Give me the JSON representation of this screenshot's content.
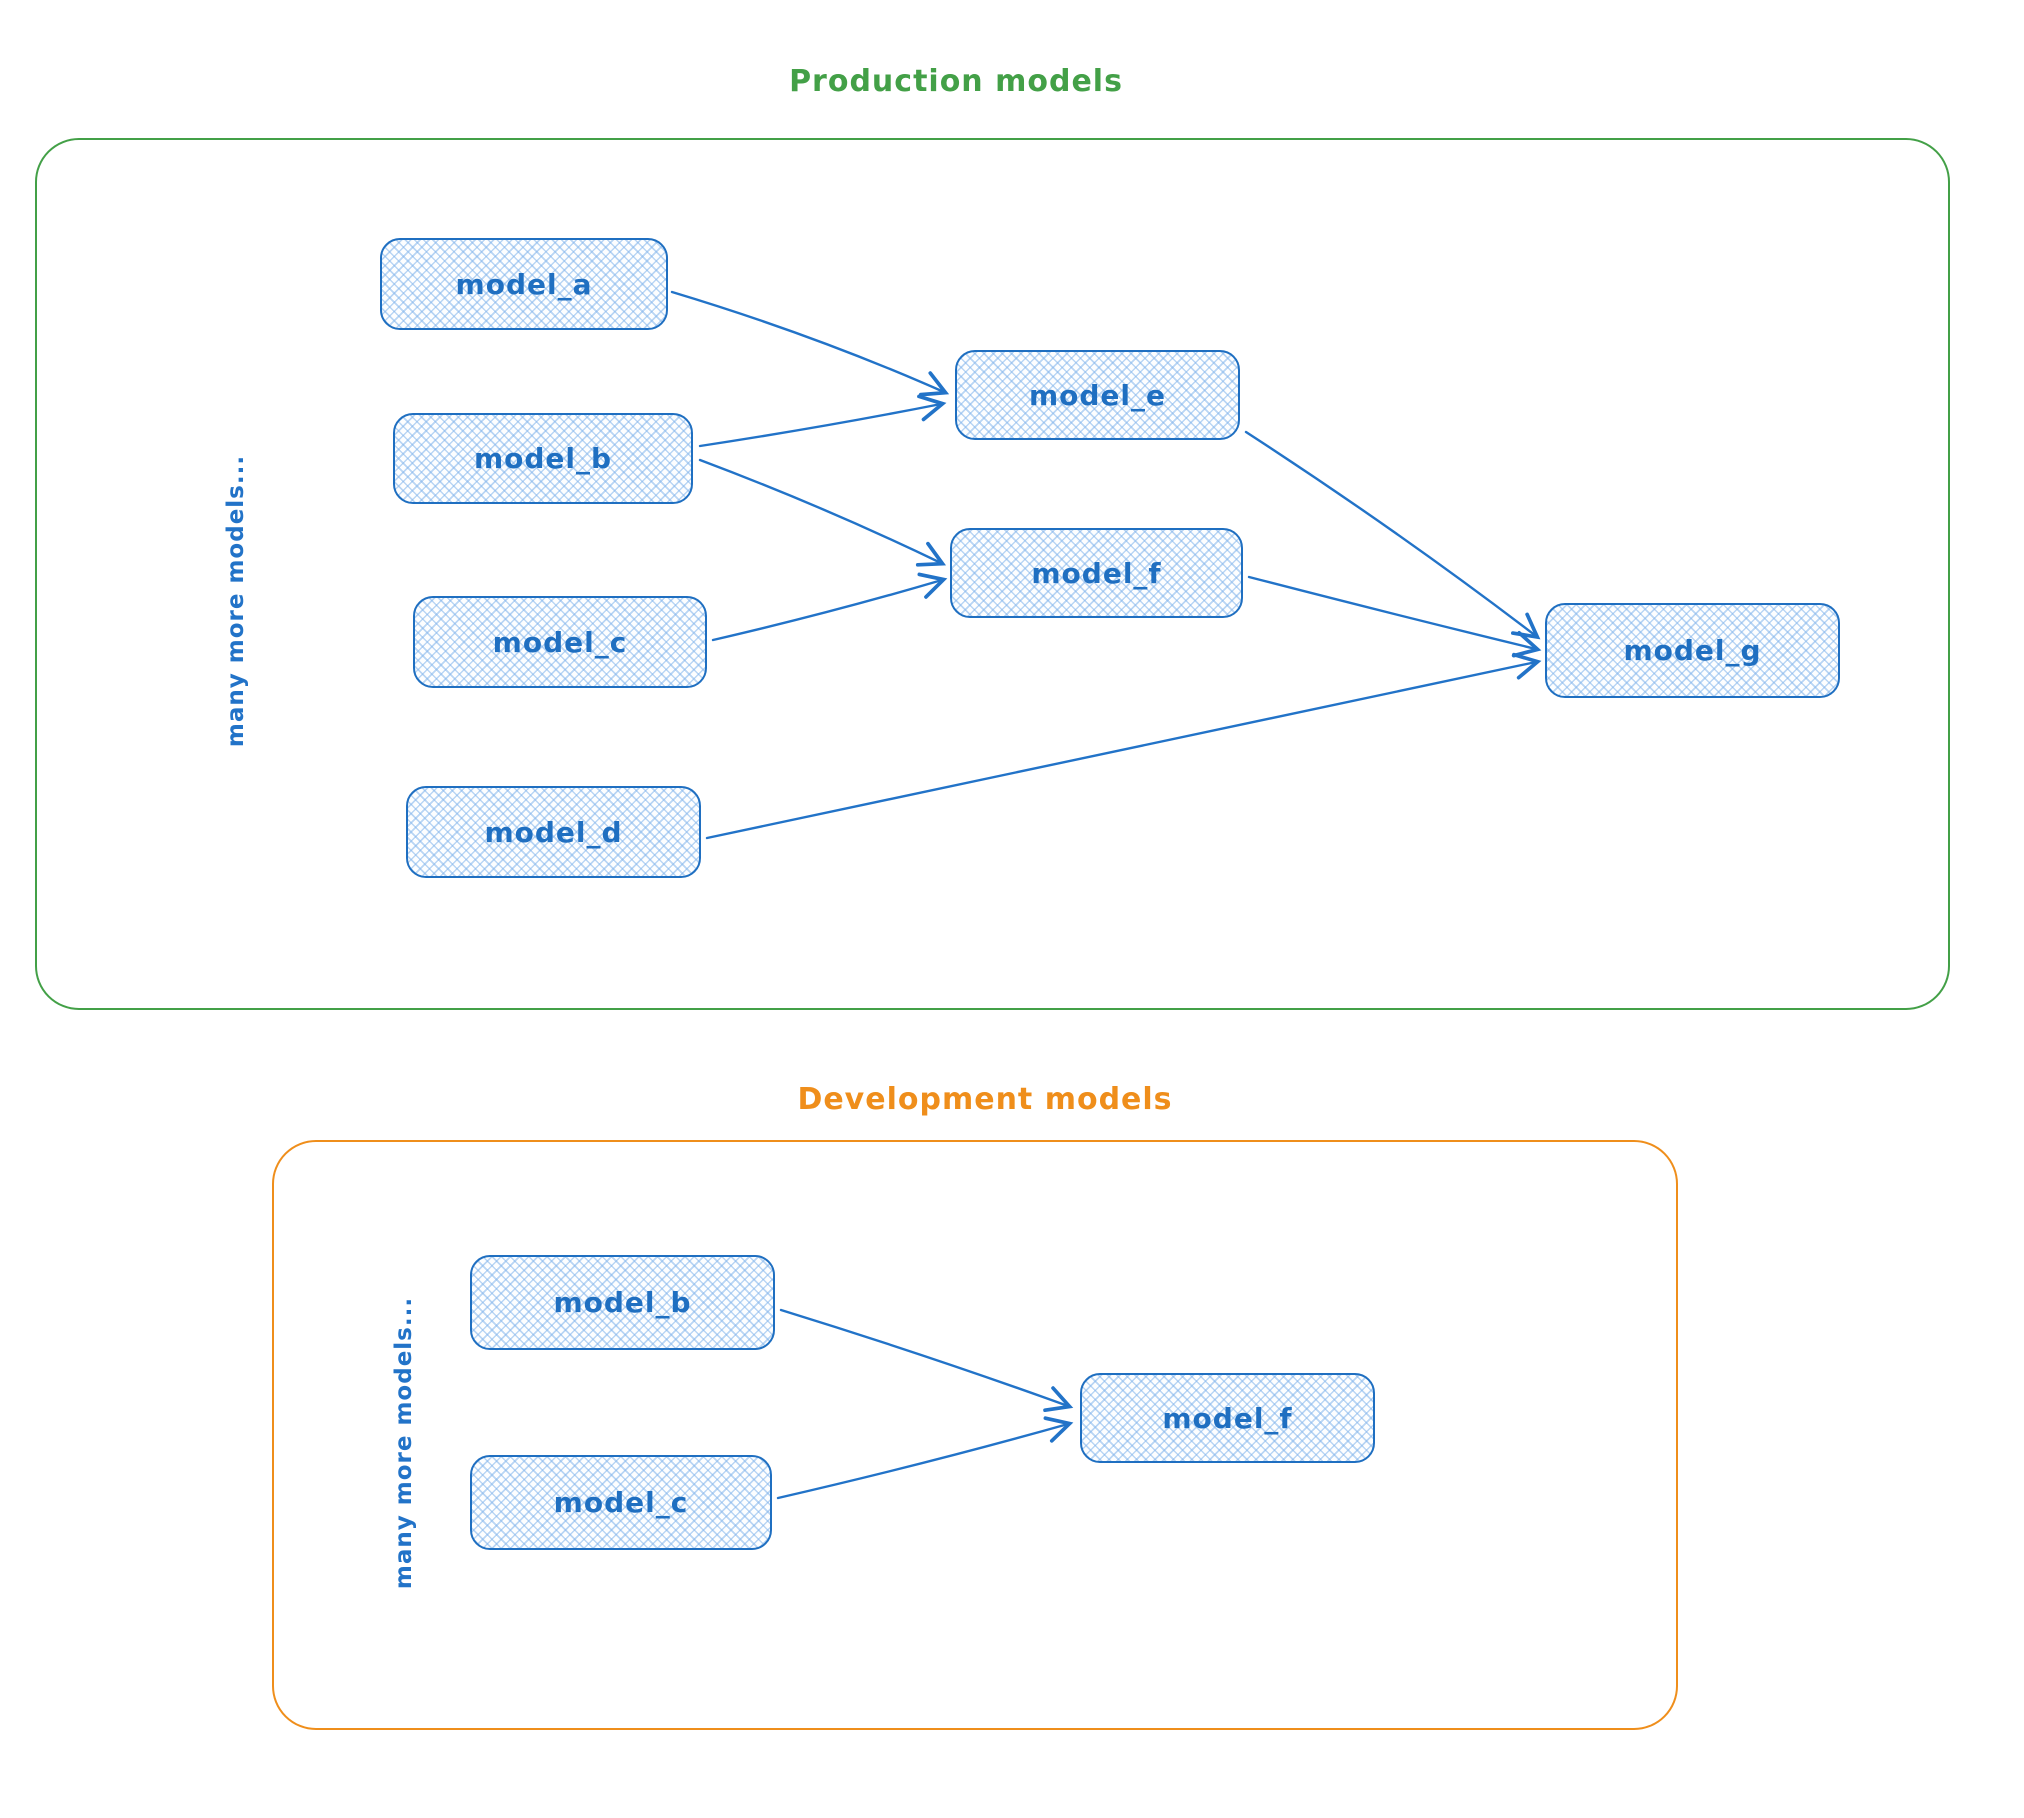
{
  "diagram": {
    "colors": {
      "production_accent": "#43a047",
      "development_accent": "#ef8e1b",
      "node_stroke": "#1f6fc1",
      "node_hatch": "#a5d8ff",
      "edge": "#2273c8"
    },
    "sections": [
      {
        "title": "Production models",
        "side_label": "many more models...",
        "nodes": [
          {
            "label": "model_a"
          },
          {
            "label": "model_b"
          },
          {
            "label": "model_c"
          },
          {
            "label": "model_d"
          },
          {
            "label": "model_e"
          },
          {
            "label": "model_f"
          },
          {
            "label": "model_g"
          }
        ],
        "edges": [
          {
            "from": "model_a",
            "to": "model_e"
          },
          {
            "from": "model_b",
            "to": "model_e"
          },
          {
            "from": "model_b",
            "to": "model_f"
          },
          {
            "from": "model_c",
            "to": "model_f"
          },
          {
            "from": "model_e",
            "to": "model_g"
          },
          {
            "from": "model_f",
            "to": "model_g"
          },
          {
            "from": "model_d",
            "to": "model_g"
          }
        ]
      },
      {
        "title": "Development models",
        "side_label": "many more models...",
        "nodes": [
          {
            "label": "model_b"
          },
          {
            "label": "model_c"
          },
          {
            "label": "model_f"
          }
        ],
        "edges": [
          {
            "from": "model_b",
            "to": "model_f"
          },
          {
            "from": "model_c",
            "to": "model_f"
          }
        ]
      }
    ]
  }
}
